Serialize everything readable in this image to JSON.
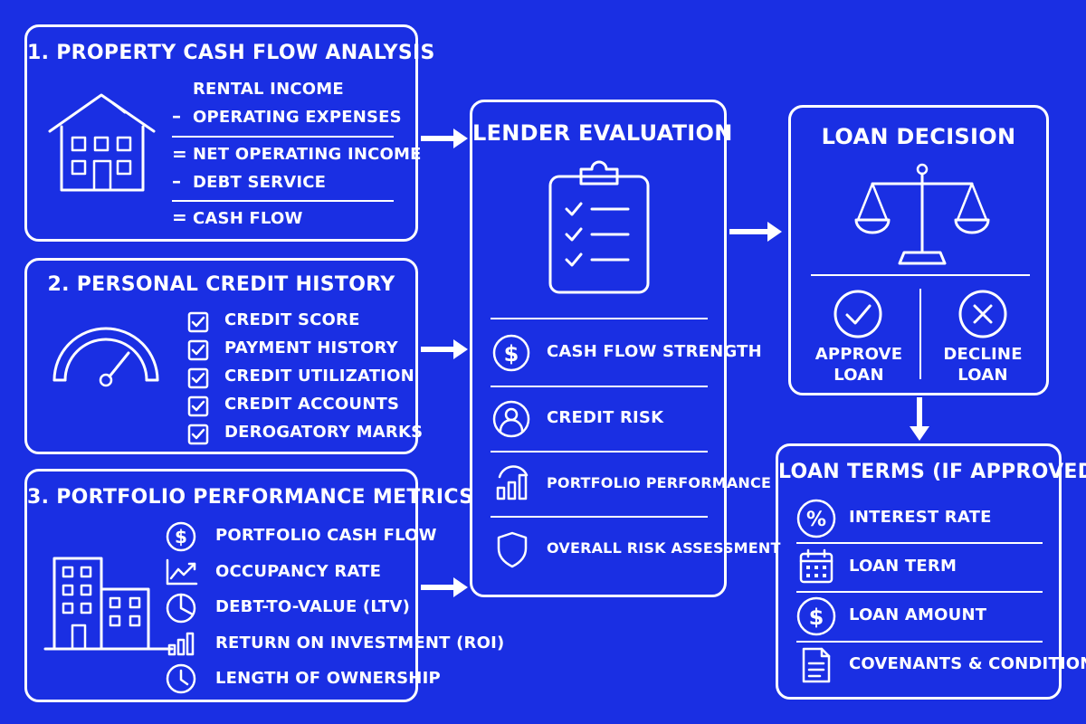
{
  "cash_flow": {
    "title": "1. PROPERTY CASH FLOW ANALYSIS",
    "rows": [
      {
        "op": "",
        "label": "RENTAL INCOME"
      },
      {
        "op": "–",
        "label": "OPERATING EXPENSES"
      },
      {
        "op": "=",
        "label": "NET OPERATING INCOME"
      },
      {
        "op": "–",
        "label": "DEBT SERVICE"
      },
      {
        "op": "=",
        "label": "CASH FLOW"
      }
    ]
  },
  "credit": {
    "title": "2. PERSONAL CREDIT HISTORY",
    "items": [
      "CREDIT SCORE",
      "PAYMENT HISTORY",
      "CREDIT UTILIZATION",
      "CREDIT ACCOUNTS",
      "DEROGATORY MARKS"
    ]
  },
  "portfolio": {
    "title": "3. PORTFOLIO PERFORMANCE METRICS",
    "items": [
      "PORTFOLIO CASH FLOW",
      "OCCUPANCY RATE",
      "DEBT-TO-VALUE (LTV)",
      "RETURN ON INVESTMENT (ROI)",
      "LENGTH OF OWNERSHIP"
    ]
  },
  "lender": {
    "title": "LENDER EVALUATION",
    "items": [
      "CASH FLOW STRENGTH",
      "CREDIT RISK",
      "PORTFOLIO PERFORMANCE",
      "OVERALL RISK ASSESSMENT"
    ]
  },
  "decision": {
    "title": "LOAN DECISION",
    "approve_line1": "APPROVE",
    "approve_line2": "LOAN",
    "decline_line1": "DECLINE",
    "decline_line2": "LOAN"
  },
  "terms": {
    "title": "LOAN TERMS (IF APPROVED)",
    "items": [
      "INTEREST RATE",
      "LOAN TERM",
      "LOAN AMOUNT",
      "COVENANTS & CONDITIONS"
    ]
  },
  "colors": {
    "background": "#1a2fe3",
    "foreground": "#ffffff"
  },
  "icons": [
    "house-icon",
    "gauge-icon",
    "buildings-icon",
    "clipboard-icon",
    "scales-icon",
    "dollar-icon",
    "user-icon",
    "bar-chart-icon",
    "shield-icon",
    "check-circle-icon",
    "x-circle-icon",
    "percent-icon",
    "calendar-icon",
    "document-icon",
    "line-chart-icon",
    "pie-chart-icon",
    "clock-icon",
    "checkbox-icon"
  ]
}
